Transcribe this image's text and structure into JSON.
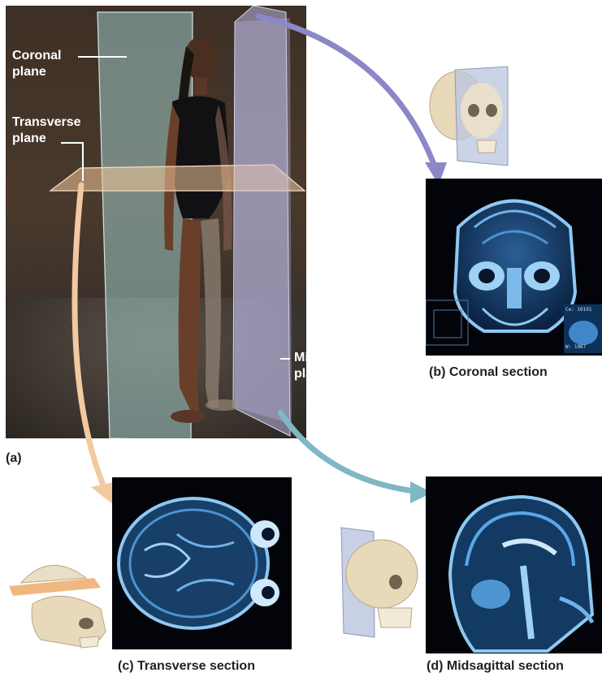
{
  "labels": {
    "coronal_plane": [
      "Coronal",
      "plane"
    ],
    "transverse_plane": [
      "Transverse",
      "plane"
    ],
    "midsagittal_plane": [
      "Midsagittal",
      "plane"
    ]
  },
  "captions": {
    "a": "(a)",
    "b": "(b) Coronal section",
    "c": "(c) Transverse section",
    "d": "(d) Midsagittal section"
  },
  "mri_readout": {
    "line1": "Ce: 10191",
    "line2": "W: 1967"
  },
  "colors": {
    "coronal_arrow": "#8b87c9",
    "transverse_arrow": "#f2c9a0",
    "midsagittal_arrow": "#7fb7c4",
    "coronal_plane": "#9ec8c6",
    "transverse_plane": "#f3c699",
    "midsagittal_plane": "#b8b6e0",
    "mri_blue": "#5aa7e6"
  }
}
